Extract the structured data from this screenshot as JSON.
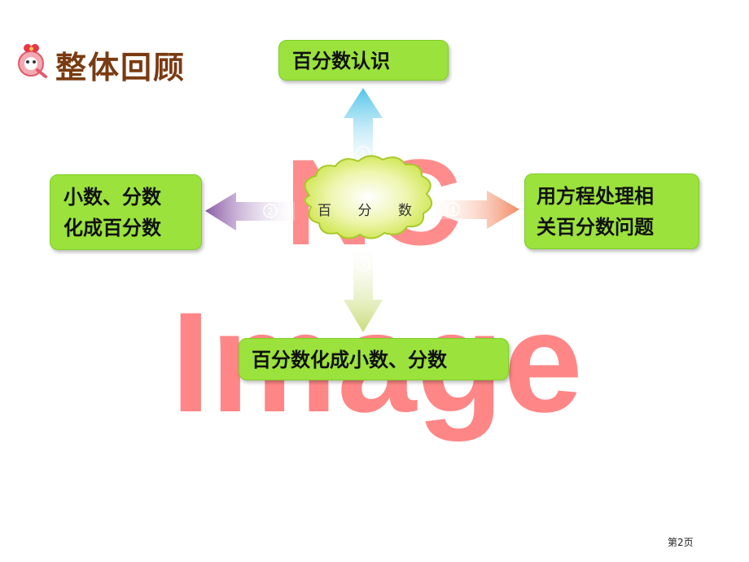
{
  "slide": {
    "title": "整体回顾",
    "center_label_chars": [
      "百",
      "分",
      "数"
    ],
    "boxes": {
      "top": "百分数认识",
      "left_line1": "小数、分数",
      "left_line2": "化成百分数",
      "right_line1": "用方程处理相",
      "right_line2": "关百分数问题",
      "bottom": "百分数化成小数、分数"
    },
    "arrow_numbers": [
      "1",
      "2",
      "3",
      "4"
    ],
    "watermark_text": "Image",
    "watermark_partial": "NC",
    "page_number": "第2页"
  },
  "colors": {
    "box_green": "#9be23c",
    "title_brown": "#7a3b12",
    "arrow_up": "#4fc3e8",
    "arrow_left": "#8a5aa6",
    "arrow_down": "#c9dc7a",
    "arrow_right": "#f28a64",
    "watermark": "#ff8080",
    "center_cloud": "#d8ec5a"
  },
  "icons": {
    "logo": "cartoon-q-mascot-icon"
  }
}
